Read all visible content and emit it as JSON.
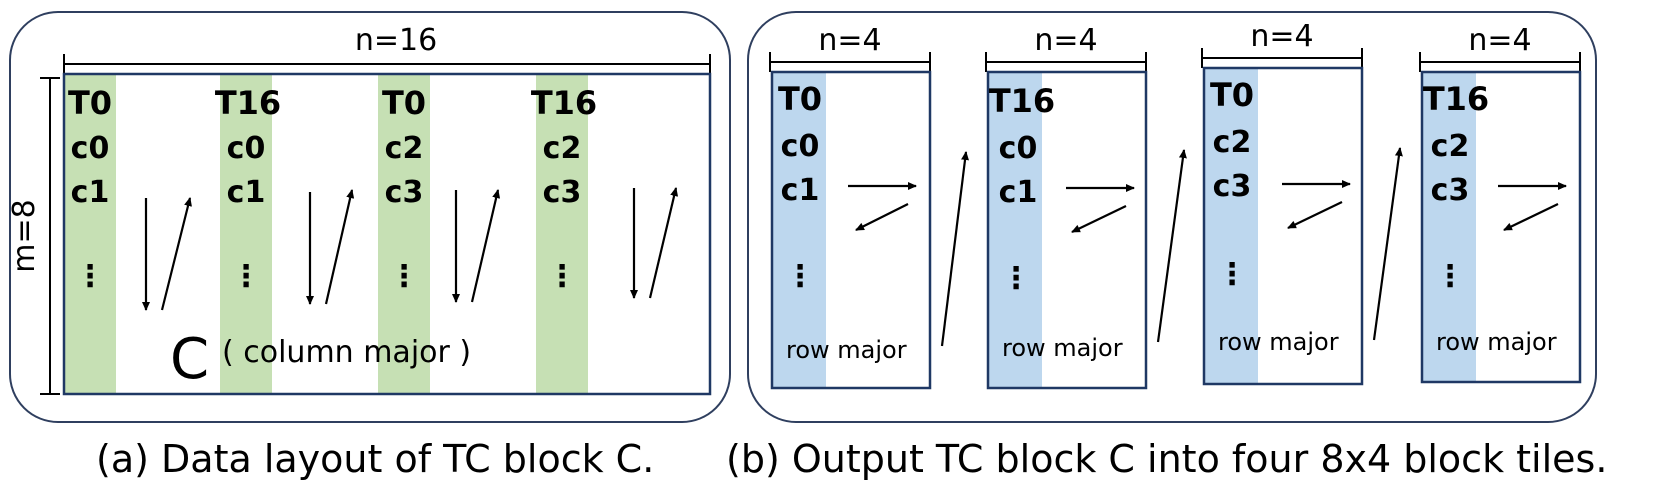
{
  "panel_a": {
    "width_label": "n=16",
    "height_label": "m=8",
    "columns": [
      {
        "thread": "T0",
        "first": "c0",
        "second": "c1",
        "ellipsis": "⋮"
      },
      {
        "thread": "T16",
        "first": "c0",
        "second": "c1",
        "ellipsis": "⋮"
      },
      {
        "thread": "T0",
        "first": "c2",
        "second": "c3",
        "ellipsis": "⋮"
      },
      {
        "thread": "T16",
        "first": "c2",
        "second": "c3",
        "ellipsis": "⋮"
      }
    ],
    "matrix_letter": "C",
    "matrix_note": "( column major )",
    "caption": "(a) Data layout of TC block C."
  },
  "panel_b": {
    "tiles": [
      {
        "width_label": "n=4",
        "thread": "T0",
        "first": "c0",
        "second": "c1",
        "ellipsis": "⋮",
        "order": "row major"
      },
      {
        "width_label": "n=4",
        "thread": "T16",
        "first": "c0",
        "second": "c1",
        "ellipsis": "⋮",
        "order": "row major"
      },
      {
        "width_label": "n=4",
        "thread": "T0",
        "first": "c2",
        "second": "c3",
        "ellipsis": "⋮",
        "order": "row major"
      },
      {
        "width_label": "n=4",
        "thread": "T16",
        "first": "c2",
        "second": "c3",
        "ellipsis": "⋮",
        "order": "row major"
      }
    ],
    "caption": "(b) Output TC block C into four 8x4 block tiles."
  },
  "colors": {
    "green_column": "#c6e0b4",
    "blue_column": "#bdd7ee",
    "frame": "#1f3864",
    "panel_border": "#2f3f5f"
  }
}
